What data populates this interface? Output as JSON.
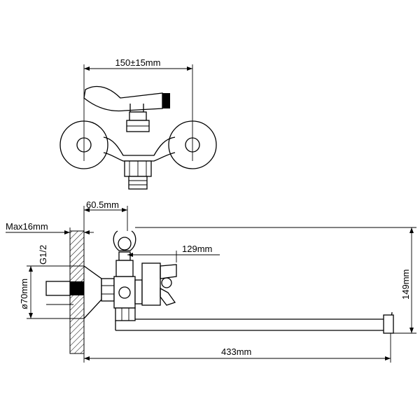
{
  "dimensions": {
    "center_spacing": "150±15mm",
    "wall_offset": "60.5mm",
    "max_recess": "Max16mm",
    "thread": "G1/2",
    "flange_diameter": "ø70mm",
    "handle_reach": "129mm",
    "height": "149mm",
    "spout_length": "433mm"
  }
}
